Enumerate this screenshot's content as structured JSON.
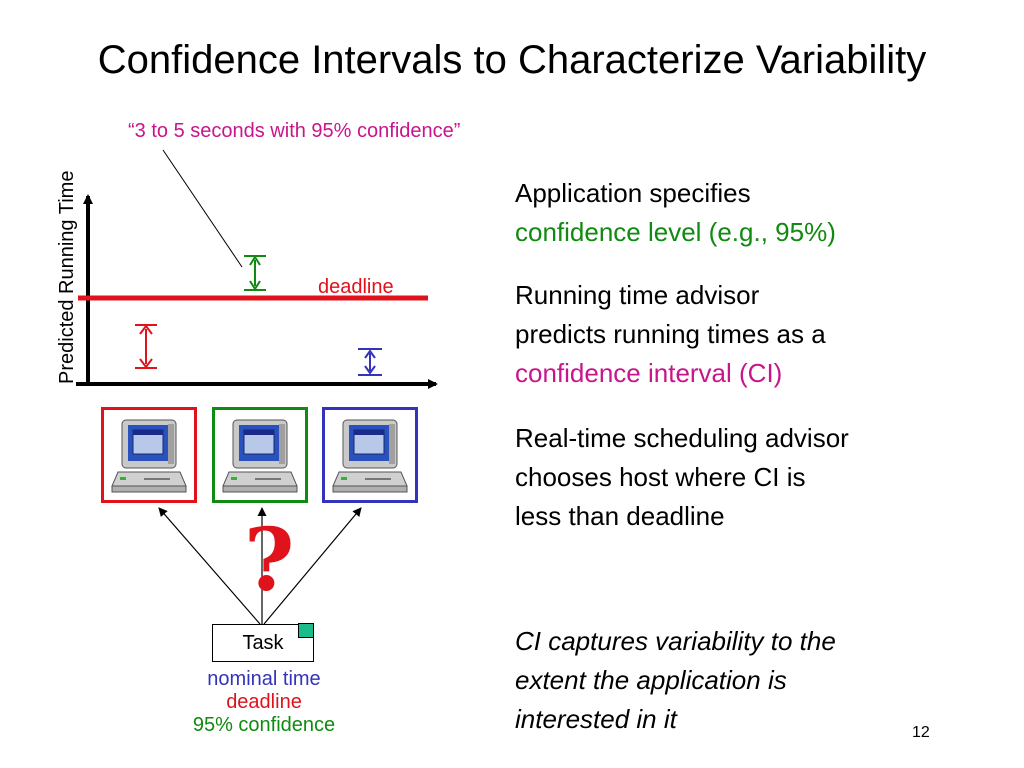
{
  "slide": {
    "title": "Confidence Intervals to Characterize Variability",
    "number": "12"
  },
  "graph": {
    "quote": "“3 to 5 seconds with 95% confidence”",
    "y_axis_label": "Predicted Running Time",
    "deadline_label": "deadline"
  },
  "bullets": {
    "p1_line1": "Application specifies",
    "p1_line2": "confidence level (e.g., 95%)",
    "p2_line1": "Running time advisor",
    "p2_line2": "predicts running times as a",
    "p2_line3": "confidence interval (CI)",
    "p3_line1": "Real-time scheduling advisor",
    "p3_line2": "chooses host where CI is",
    "p3_line3": "less than deadline",
    "p4_line1": "CI captures variability to the",
    "p4_line2": "extent the application is",
    "p4_line3": "interested in it"
  },
  "task": {
    "label": "Task",
    "nominal_time": "nominal time",
    "deadline": "deadline",
    "confidence": "95% confidence",
    "question_mark": "?"
  },
  "colors": {
    "red": "#e0121b",
    "green": "#108a10",
    "blue": "#3333bb",
    "magenta": "#c8158c",
    "task_badge": "#1bbc8c"
  },
  "icons": [
    "computer-icon",
    "computer-icon",
    "computer-icon"
  ]
}
